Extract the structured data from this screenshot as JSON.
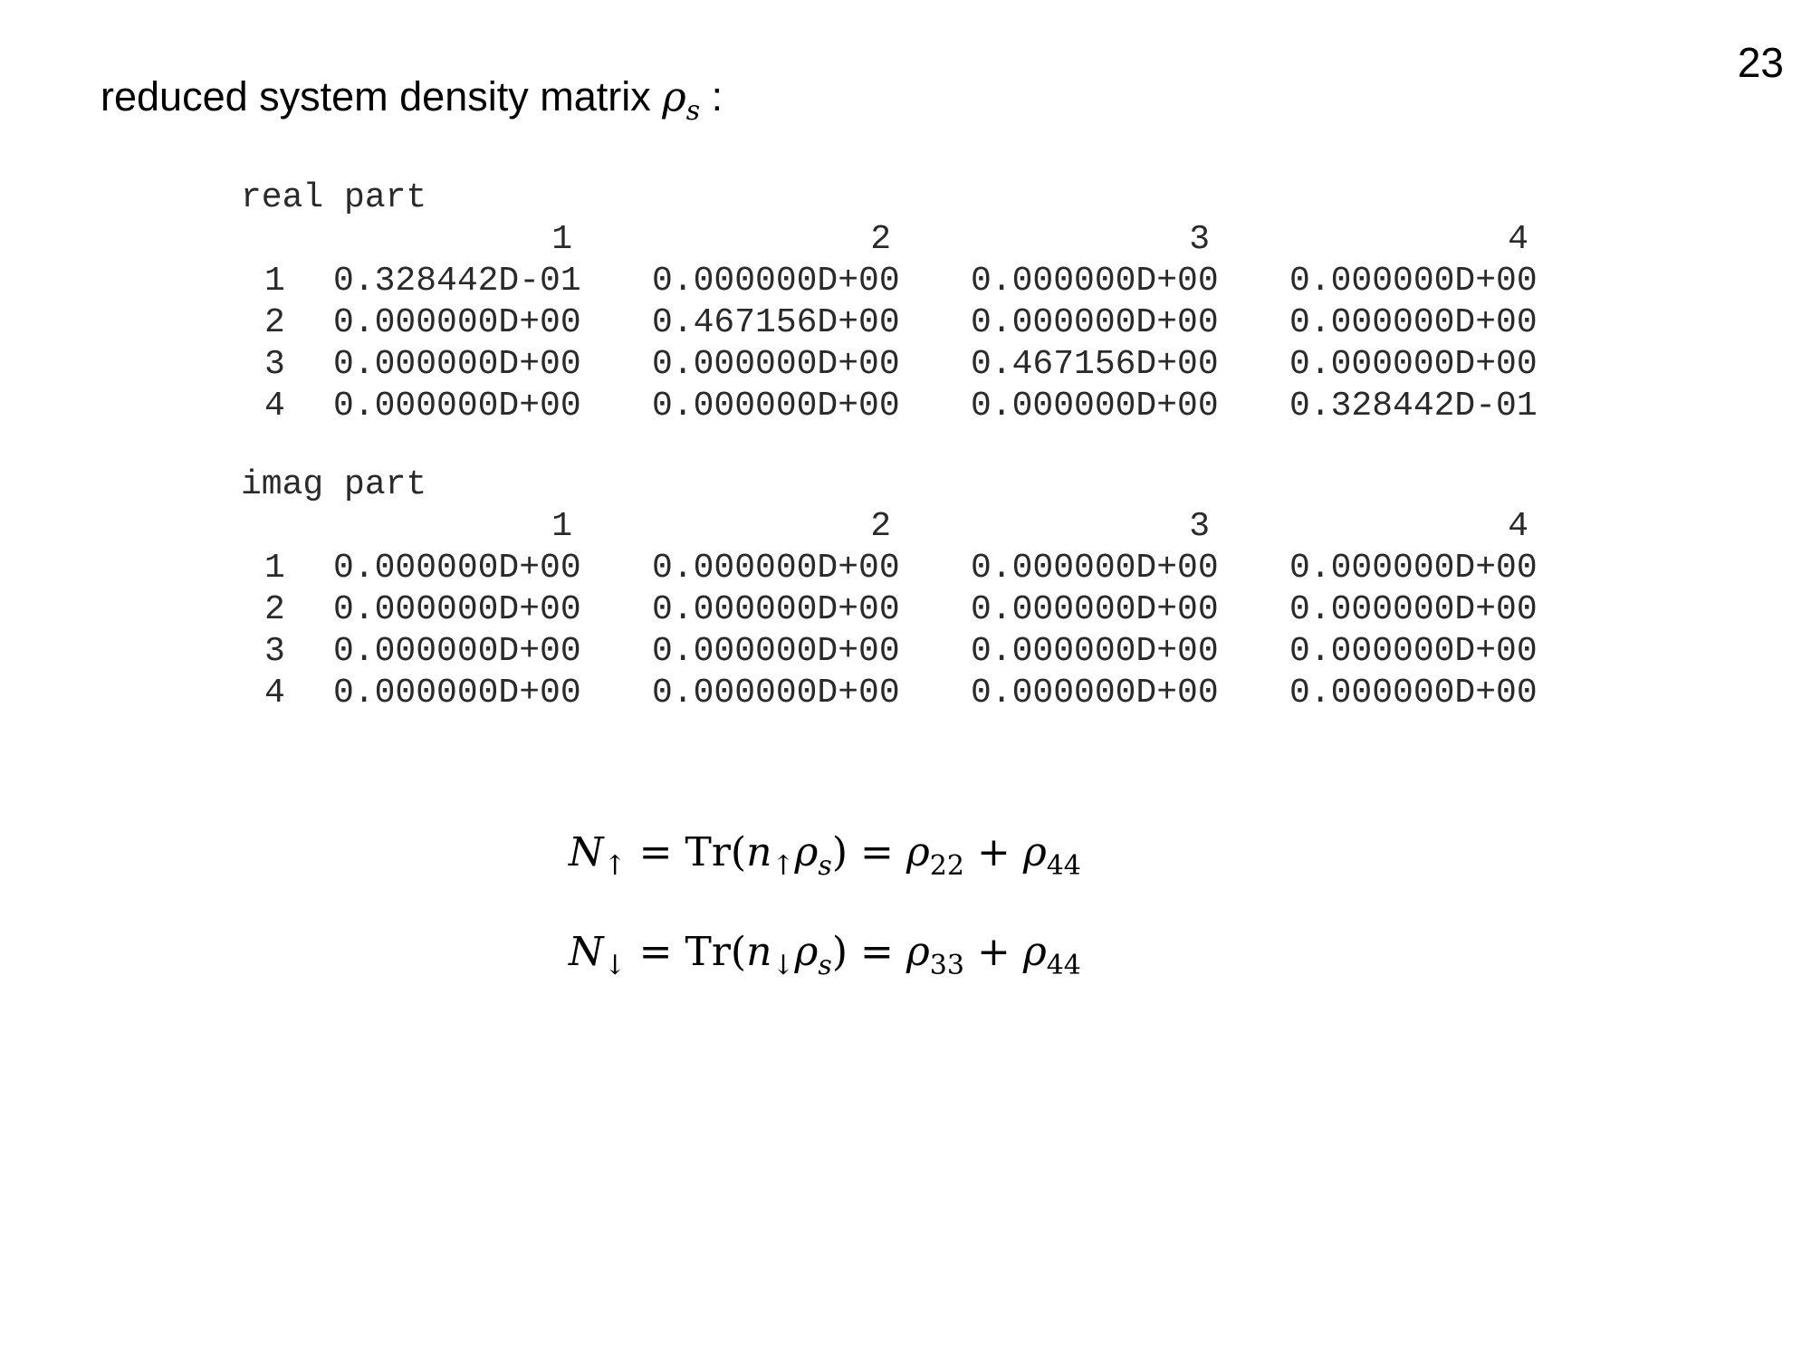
{
  "page_number": "23",
  "heading": {
    "text": "reduced system density matrix ",
    "symbol": "ρ",
    "symbol_sub": "s",
    "suffix": " :"
  },
  "real_part": {
    "title": "real part",
    "columns": [
      "1",
      "2",
      "3",
      "4"
    ],
    "rows": [
      {
        "label": "1",
        "values": [
          "0.328442D-01",
          "0.000000D+00",
          "0.000000D+00",
          "0.000000D+00"
        ]
      },
      {
        "label": "2",
        "values": [
          "0.000000D+00",
          "0.467156D+00",
          "0.000000D+00",
          "0.000000D+00"
        ]
      },
      {
        "label": "3",
        "values": [
          "0.000000D+00",
          "0.000000D+00",
          "0.467156D+00",
          "0.000000D+00"
        ]
      },
      {
        "label": "4",
        "values": [
          "0.000000D+00",
          "0.000000D+00",
          "0.000000D+00",
          "0.328442D-01"
        ]
      }
    ]
  },
  "imag_part": {
    "title": "imag part",
    "columns": [
      "1",
      "2",
      "3",
      "4"
    ],
    "rows": [
      {
        "label": "1",
        "values": [
          "0.000000D+00",
          "0.000000D+00",
          "0.000000D+00",
          "0.000000D+00"
        ]
      },
      {
        "label": "2",
        "values": [
          "0.000000D+00",
          "0.000000D+00",
          "0.000000D+00",
          "0.000000D+00"
        ]
      },
      {
        "label": "3",
        "values": [
          "0.000000D+00",
          "0.000000D+00",
          "0.000000D+00",
          "0.000000D+00"
        ]
      },
      {
        "label": "4",
        "values": [
          "0.000000D+00",
          "0.000000D+00",
          "0.000000D+00",
          "0.000000D+00"
        ]
      }
    ]
  },
  "equations": [
    {
      "lhs": "N",
      "lhs_sub": "↑",
      "eq1": "=",
      "tr": "Tr(",
      "n": "n",
      "n_sub": "↑",
      "rho": "ρ",
      "rho_sub": "s",
      "close": ")",
      "eq2": "=",
      "a": "ρ",
      "a_sub": "22",
      "plus": "+",
      "b": "ρ",
      "b_sub": "44"
    },
    {
      "lhs": "N",
      "lhs_sub": "↓",
      "eq1": "=",
      "tr": "Tr(",
      "n": "n",
      "n_sub": "↓",
      "rho": "ρ",
      "rho_sub": "s",
      "close": ")",
      "eq2": "=",
      "a": "ρ",
      "a_sub": "33",
      "plus": "+",
      "b": "ρ",
      "b_sub": "44"
    }
  ]
}
